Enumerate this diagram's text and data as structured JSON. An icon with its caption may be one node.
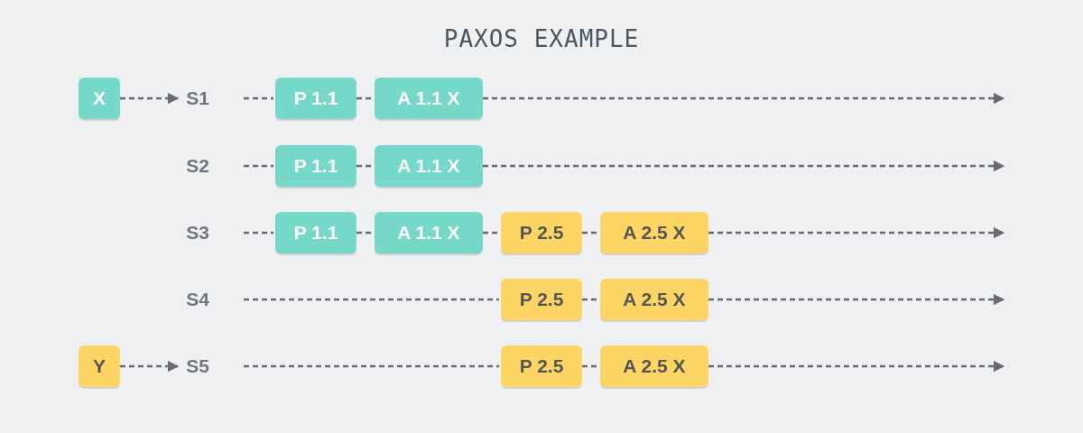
{
  "diagram": {
    "title": "PAXOS EXAMPLE",
    "nodes": [
      {
        "text": [
          "X"
        ]
      },
      {
        "text": [
          "S1"
        ]
      },
      {
        "text": [
          "P 1.1"
        ]
      },
      {
        "text": [
          "A 1.1 X"
        ]
      },
      {
        "text": [
          "S2"
        ]
      },
      {
        "text": [
          "P 1.1"
        ]
      },
      {
        "text": [
          "A 1.1 X"
        ]
      },
      {
        "text": [
          "S3"
        ]
      },
      {
        "text": [
          "P 1.1"
        ]
      },
      {
        "text": [
          "A 1.1 X"
        ]
      },
      {
        "text": [
          "P 2.5"
        ]
      },
      {
        "text": [
          "A 2.5 X"
        ]
      },
      {
        "text": [
          "S4"
        ]
      },
      {
        "text": [
          "P 2.5"
        ]
      },
      {
        "text": [
          "A 2.5 X"
        ]
      },
      {
        "text": [
          "Y"
        ]
      },
      {
        "text": [
          "S5"
        ]
      },
      {
        "text": [
          "P 2.5"
        ]
      },
      {
        "text": [
          "A 2.5 X"
        ]
      }
    ],
    "edges": [
      {
        "from": 0,
        "to": 1,
        "arrow": "to"
      },
      {
        "from": null,
        "to": 2,
        "arrow": "none"
      },
      {
        "from": 2,
        "to": 3,
        "arrow": "none"
      },
      {
        "from": 3,
        "to": null,
        "arrow": "to"
      },
      {
        "from": null,
        "to": 5,
        "arrow": "none"
      },
      {
        "from": 5,
        "to": 6,
        "arrow": "none"
      },
      {
        "from": 6,
        "to": null,
        "arrow": "to"
      },
      {
        "from": null,
        "to": 8,
        "arrow": "none"
      },
      {
        "from": 8,
        "to": 9,
        "arrow": "none"
      },
      {
        "from": 9,
        "to": 10,
        "arrow": "none"
      },
      {
        "from": 10,
        "to": 11,
        "arrow": "none"
      },
      {
        "from": 11,
        "to": null,
        "arrow": "to"
      },
      {
        "from": null,
        "to": 13,
        "arrow": "none"
      },
      {
        "from": 13,
        "to": 14,
        "arrow": "none"
      },
      {
        "from": 14,
        "to": null,
        "arrow": "to"
      },
      {
        "from": 15,
        "to": 16,
        "arrow": "to"
      },
      {
        "from": null,
        "to": 17,
        "arrow": "none"
      },
      {
        "from": 17,
        "to": 18,
        "arrow": "none"
      },
      {
        "from": 18,
        "to": null,
        "arrow": "to"
      }
    ]
  }
}
